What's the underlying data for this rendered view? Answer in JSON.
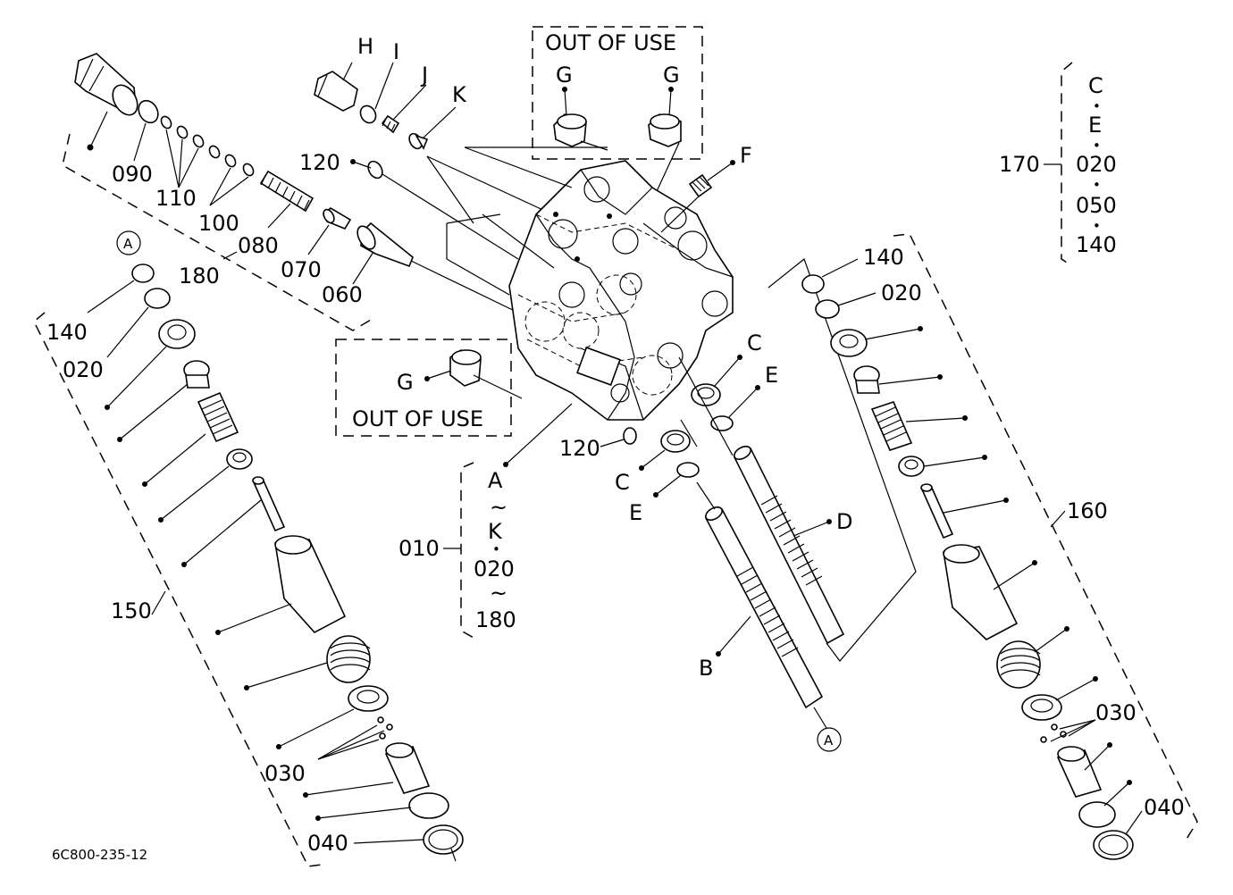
{
  "drawing_code": "6C800-235-12",
  "notes": {
    "out_of_use": "OUT OF USE"
  },
  "callouts": {
    "H": "H",
    "I": "I",
    "J": "J",
    "K": "K",
    "G": "G",
    "F": "F",
    "C": "C",
    "E": "E",
    "D": "D",
    "B": "B",
    "A": "A",
    "p010": "010",
    "p020": "020",
    "p030": "030",
    "p040": "040",
    "p050": "050",
    "p060": "060",
    "p070": "070",
    "p080": "080",
    "p090": "090",
    "p100": "100",
    "p110": "110",
    "p120": "120",
    "p140": "140",
    "p150": "150",
    "p160": "160",
    "p170": "170",
    "p180": "180"
  },
  "glyphs": {
    "tilde": "~",
    "bullet": "•"
  },
  "icons": {
    "reference_mark": "circled-letter",
    "leader_dot": "filled-dot"
  }
}
